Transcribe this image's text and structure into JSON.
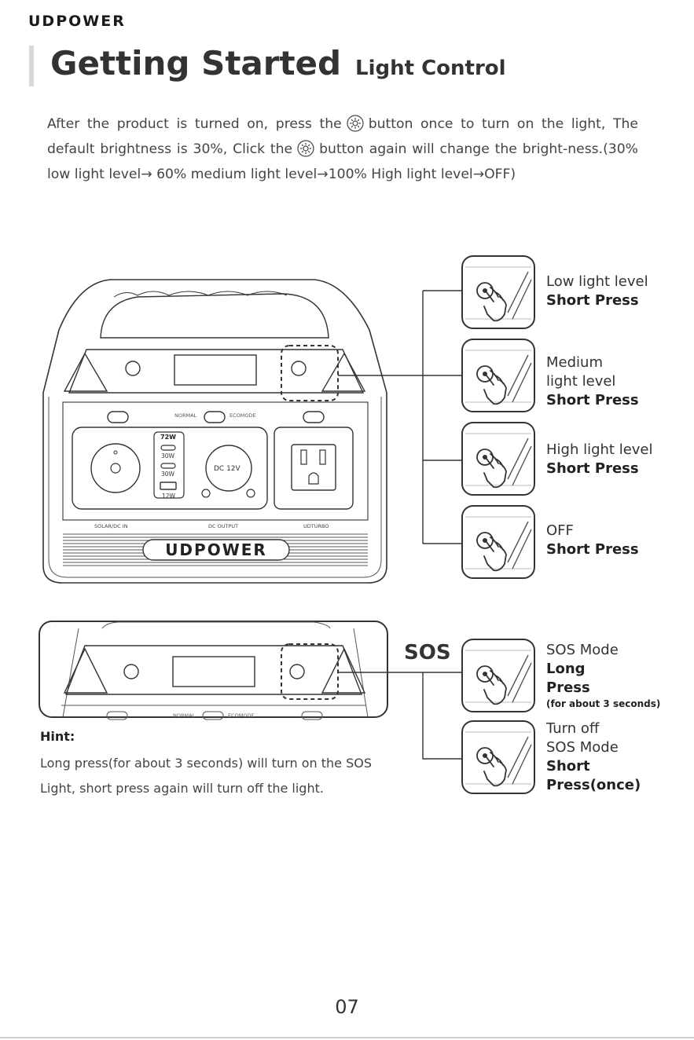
{
  "brand": "UDPOWER",
  "header": {
    "title": "Getting Started",
    "subtitle": "Light Control"
  },
  "intro": {
    "part1": "After the product is turned on, press the",
    "part2": "button once to turn on the light, The default brightness is 30%, Click the",
    "part3": "button again will change the bright-ness.(30% low light level→ 60% medium light level→100% High light level→OFF)"
  },
  "device": {
    "logo": "UDPOWER",
    "normal_label": "NORMAL",
    "ecomode_label": "ECOMODE",
    "usbc_max": "72W",
    "usbc1": "30W",
    "usbc2": "30W",
    "usba": "12W",
    "dc_label": "DC 12V",
    "solar_label": "SOLAR/DC IN",
    "dc_output_label": "DC OUTPUT",
    "udturbo_label": "UDTURBO"
  },
  "cards": [
    {
      "line1": "Low light level",
      "line2": "",
      "press": "Short Press"
    },
    {
      "line1": "Medium",
      "line2": "light level",
      "press": "Short Press"
    },
    {
      "line1": "High light level",
      "line2": "",
      "press": "Short Press"
    },
    {
      "line1": "OFF",
      "line2": "",
      "press": "Short Press"
    }
  ],
  "sos": {
    "label": "SOS",
    "card1": {
      "line1": "SOS Mode",
      "press1": "Long",
      "press2": "Press",
      "note": "(for about 3 seconds)"
    },
    "card2": {
      "line1": "Turn off",
      "line2": "SOS Mode",
      "press1": "Short",
      "press2": "Press(once)"
    }
  },
  "hint": {
    "title": "Hint:",
    "text": "Long press(for about 3 seconds) will turn on the SOS Light, short press again will turn off the light."
  },
  "page_number": "07"
}
